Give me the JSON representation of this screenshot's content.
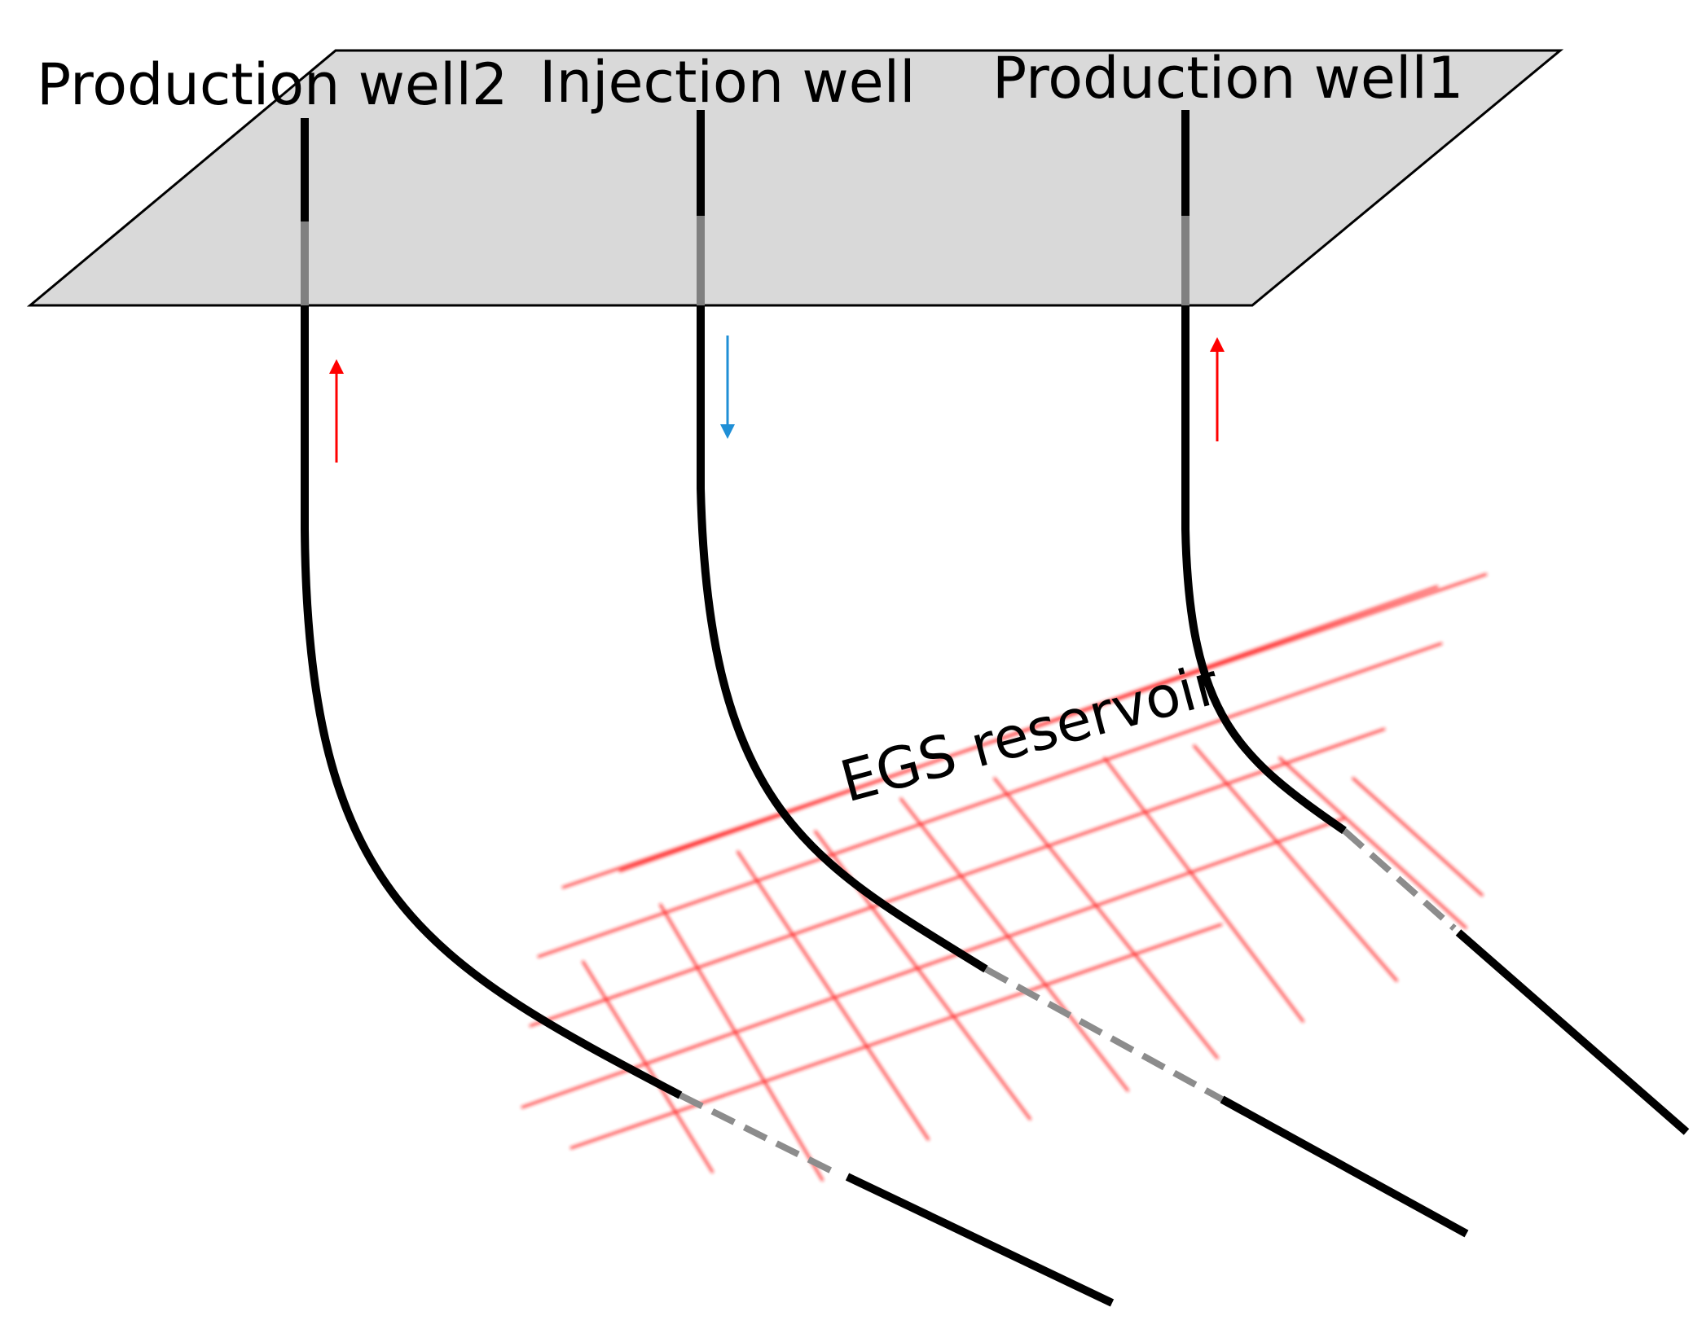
{
  "labels": {
    "production_well_2": "Production well2",
    "injection_well": "Injection well",
    "production_well_1": "Production well1",
    "egs_reservoir": "EGS reservoir"
  },
  "colors": {
    "surface_fill": "#d9d9d9",
    "well_line": "#000000",
    "well_casing": "#808080",
    "well_dashed": "#8c8c8c",
    "fracture_grid": "#ff1a1a",
    "production_arrow": "#ff0000",
    "injection_arrow": "#1f8fd6"
  },
  "flow": {
    "production_well_2": "up",
    "injection_well": "down",
    "production_well_1": "up"
  }
}
